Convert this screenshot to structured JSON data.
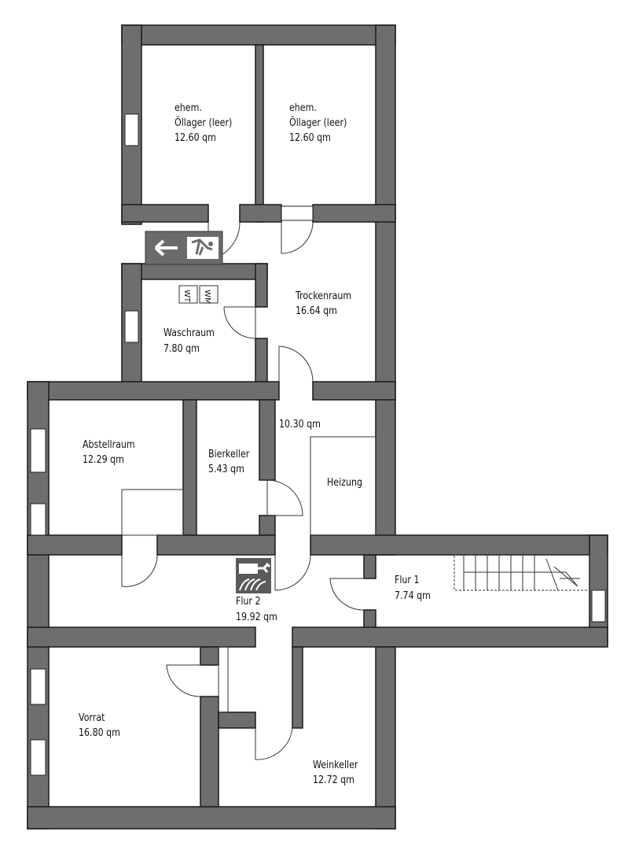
{
  "plan": {
    "rooms": [
      {
        "id": "oellager-1",
        "name": "ehem.\nÖllager (leer)",
        "area": "12.60 qm"
      },
      {
        "id": "oellager-2",
        "name": "ehem.\nÖllager (leer)",
        "area": "12.60 qm"
      },
      {
        "id": "trockenraum",
        "name": "Trockenraum",
        "area": "16.64 qm"
      },
      {
        "id": "waschraum",
        "name": "Waschraum",
        "area": "7.80 qm"
      },
      {
        "id": "abstellraum",
        "name": "Abstellraum",
        "area": "12.29 qm"
      },
      {
        "id": "bierkeller",
        "name": "Bierkeller",
        "area": "5.43 qm"
      },
      {
        "id": "gang",
        "name": "",
        "area": "10.30 qm"
      },
      {
        "id": "heizung",
        "name": "Heizung",
        "area": ""
      },
      {
        "id": "flur-1",
        "name": "Flur 1",
        "area": "7.74 qm"
      },
      {
        "id": "flur-2",
        "name": "Flur 2",
        "area": "19.92 qm"
      },
      {
        "id": "vorrat",
        "name": "Vorrat",
        "area": "16.80 qm"
      },
      {
        "id": "weinkeller",
        "name": "Weinkeller",
        "area": "12.72 qm"
      }
    ],
    "fixtures": {
      "wt": "WT",
      "wm": "WM"
    },
    "colors": {
      "wall": "#6e6e6e",
      "sign": "#6b6b6b"
    }
  }
}
